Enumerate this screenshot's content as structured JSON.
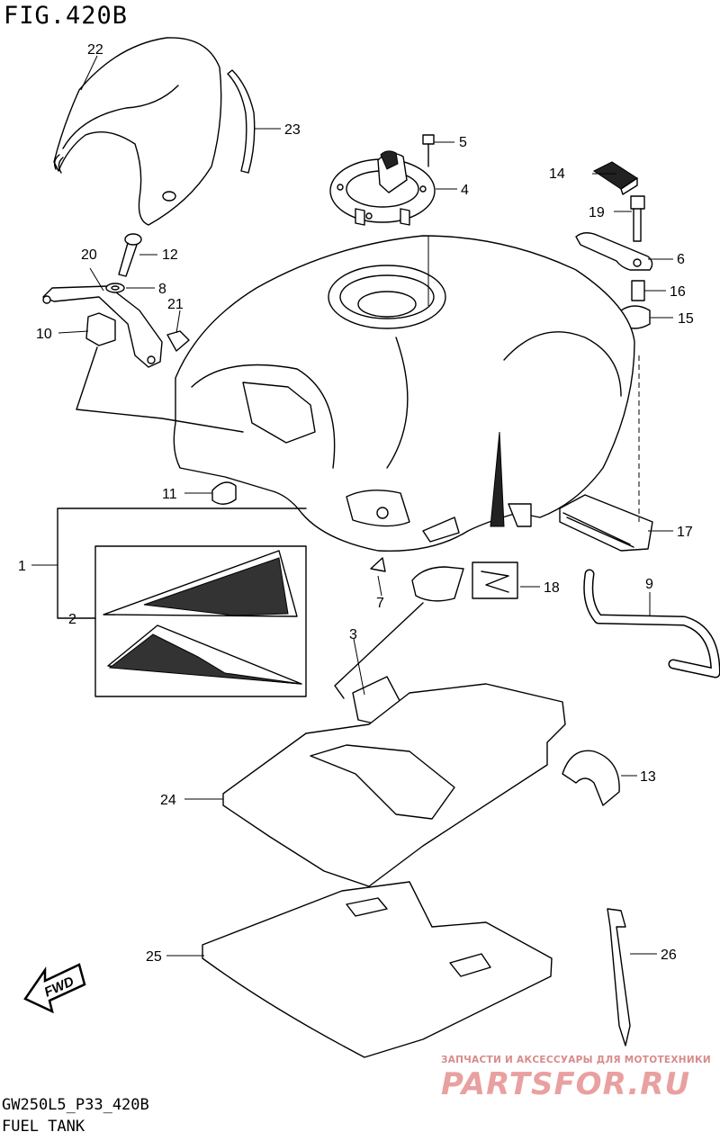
{
  "figure_label": "FIG.420B",
  "model_code": "GW250L5_P33_420B",
  "section_name": "FUEL TANK",
  "fwd_label": "FWD",
  "watermark": {
    "subtitle": "ЗАПЧАСТИ И АКСЕССУАРЫ ДЛЯ МОТОТЕХНИКИ",
    "brand": "PARTSFOR.RU",
    "color": "#e9a0a0"
  },
  "callouts": [
    "1",
    "2",
    "3",
    "4",
    "5",
    "6",
    "7",
    "8",
    "9",
    "10",
    "11",
    "12",
    "13",
    "14",
    "15",
    "16",
    "17",
    "18",
    "19",
    "20",
    "21",
    "22",
    "23",
    "24",
    "25",
    "26"
  ]
}
